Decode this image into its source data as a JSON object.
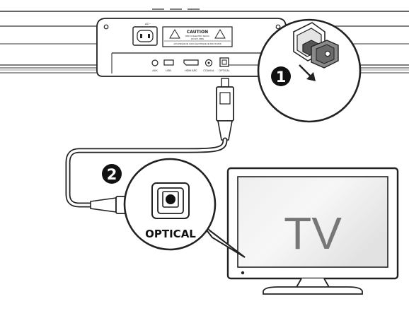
{
  "soundbar": {
    "power_label": "AC~",
    "caution_title": "CAUTION",
    "caution_line1": "RISK OF ELECTRIC SHOCK",
    "caution_line2": "DO NOT OPEN",
    "caution_line3": "AVIS  RISQUE DE CHOC ÉLECTRIQUE NE PAS OUVRIR",
    "port_labels": [
      "AUX",
      "USB",
      "HDMI ARC",
      "COAXIAL",
      "OPTICAL"
    ]
  },
  "steps": {
    "step1_number": "1",
    "step2_number": "2"
  },
  "callout": {
    "optical_label": "OPTICAL"
  },
  "tv": {
    "screen_text": "TV"
  }
}
